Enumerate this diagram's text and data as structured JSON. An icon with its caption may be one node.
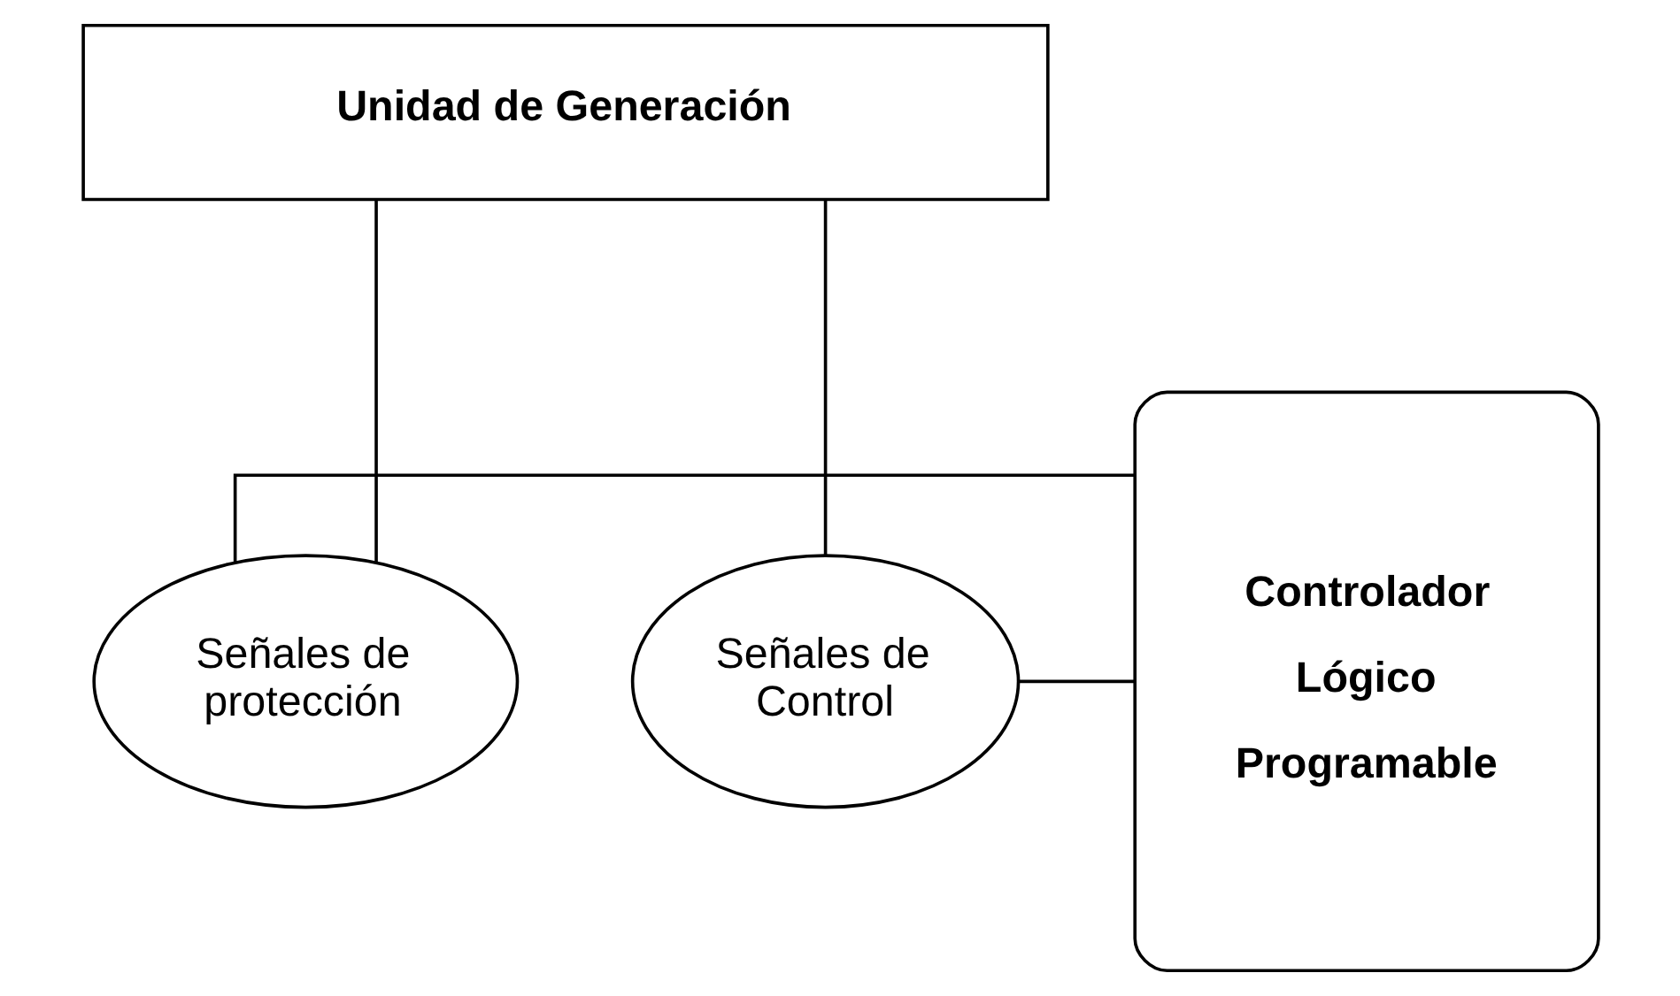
{
  "diagram": {
    "nodes": [
      {
        "text": [
          "Unidad de Generación"
        ]
      },
      {
        "text": [
          "Señales de protección"
        ]
      },
      {
        "text": [
          "Señales de Control"
        ]
      },
      {
        "text": [
          "Controlador Lógico Programable"
        ]
      }
    ],
    "edges": [
      {
        "from": 0,
        "to": 1,
        "arrow": "none"
      },
      {
        "from": 0,
        "to": 2,
        "arrow": "none"
      },
      {
        "from": 1,
        "to": 3,
        "arrow": "none"
      },
      {
        "from": 2,
        "to": 3,
        "arrow": "none"
      }
    ]
  }
}
